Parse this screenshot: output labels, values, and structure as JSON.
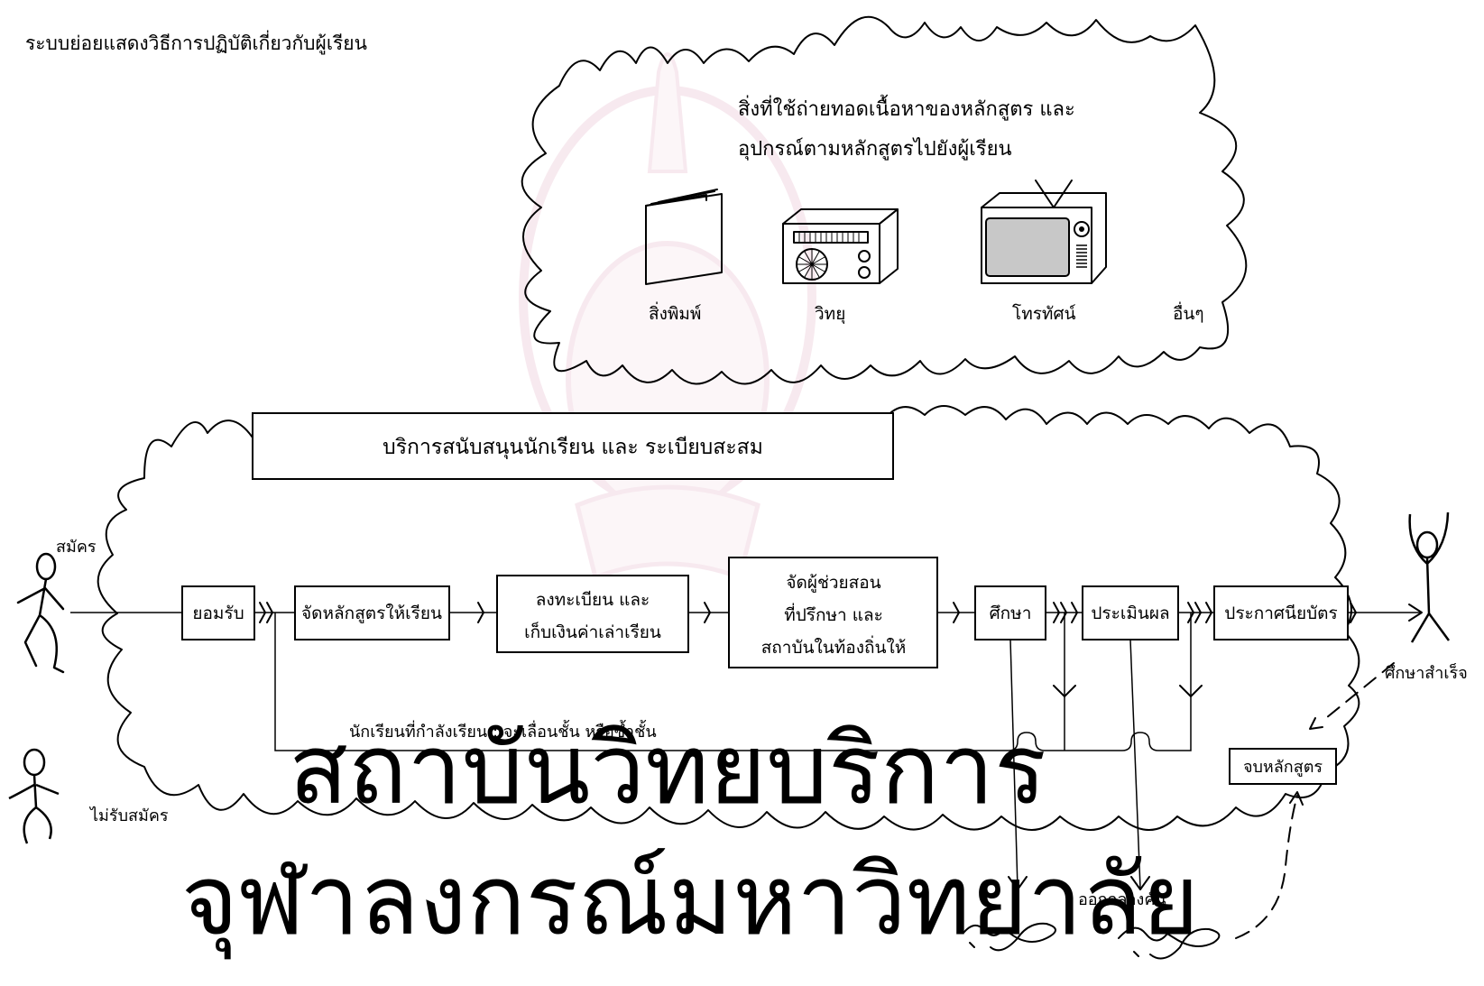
{
  "title": "ระบบย่อยแสดงวิธีการปฏิบัติเกี่ยวกับผู้เรียน",
  "media_cloud": {
    "heading_line1": "สิ่งที่ใช้ถ่ายทอดเนื้อหาของหลักสูตร และ",
    "heading_line2": "อุปกรณ์ตามหลักสูตรไปยังผู้เรียน",
    "items": {
      "print": "สิ่งพิมพ์",
      "radio": "วิทยุ",
      "tv": "โทรทัศน์",
      "other": "อื่นๆ"
    }
  },
  "support_services": "บริการสนับสนุนนักเรียน และ ระเบียบสะสม",
  "people": {
    "apply": "สมัคร",
    "rejected": "ไม่รับสมัคร",
    "graduated": "ศึกษาสำเร็จ",
    "dropout": "ออกกลางคัน"
  },
  "flow": {
    "accept": "ยอมรับ",
    "assign_course": "จัดหลักสูตรให้เรียน",
    "register_line1": "ลงทะเบียน และ",
    "register_line2": "เก็บเงินค่าเล่าเรียน",
    "tutor_line1": "จัดผู้ช่วยสอน",
    "tutor_line2": "ที่ปรึกษา และ",
    "tutor_line3": "สถาบันในท้องถิ่นให้",
    "study": "ศึกษา",
    "evaluate": "ประเมินผล",
    "certificate": "ประกาศนียบัตร",
    "complete": "จบหลักสูตร",
    "loop_label": "นักเรียนที่กำลังเรียน : จะเลื่อนชั้น หรือซ้ำชั้น"
  },
  "watermark": {
    "line1": "สถาบันวิทยบริการ",
    "line2": "จุฬาลงกรณ์มหาวิทยาลัย"
  }
}
